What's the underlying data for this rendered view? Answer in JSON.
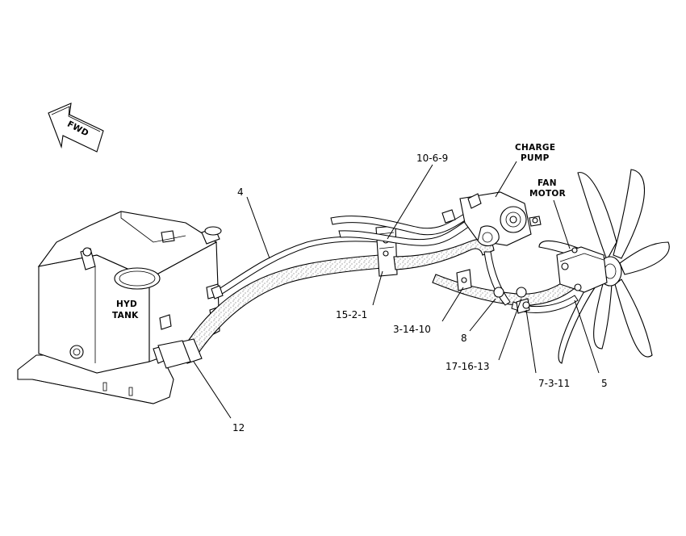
{
  "direction_arrow": {
    "label": "FWD"
  },
  "components": {
    "hyd_tank": {
      "line1": "HYD",
      "line2": "TANK"
    },
    "charge_pump": {
      "line1": "CHARGE",
      "line2": "PUMP"
    },
    "fan_motor": {
      "line1": "FAN",
      "line2": "MOTOR"
    }
  },
  "callouts": {
    "c_10_6_9": "10-6-9",
    "c_4": "4",
    "c_15_2_1": "15-2-1",
    "c_3_14_10": "3-14-10",
    "c_8": "8",
    "c_17_16_13": "17-16-13",
    "c_7_3_11": "7-3-11",
    "c_5": "5",
    "c_12": "12"
  }
}
